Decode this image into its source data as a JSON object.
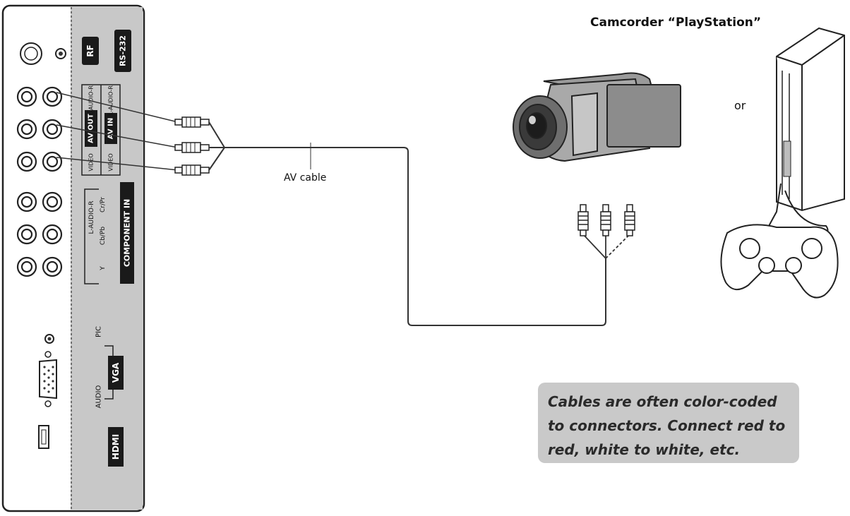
{
  "panel": {
    "rf_label": "RF",
    "rs232_label": "RS-232",
    "av_out_label": "AV OUT",
    "av_in_label": "AV IN",
    "video_label": "VIDEO",
    "audio_lr_label": "L-AUDIO-R",
    "component_label": "COMPONENT IN",
    "component_y_label": "Y",
    "component_cb_label": "Cb/Pb",
    "component_cr_label": "Cr/Pr",
    "vga_label": "VGA",
    "pic_label": "PIC",
    "audio_label": "AUDIO",
    "hdmi_label": "HDMI"
  },
  "cable": {
    "label": "AV cable"
  },
  "devices": {
    "title": "Camcorder “PlayStation”",
    "or_text": "or"
  },
  "note": {
    "line1": "Cables are often color-coded",
    "line2": "to connectors. Connect red to",
    "line3": "red, white to white, etc."
  },
  "colors": {
    "panel_gray": "#c8c8c8",
    "label_black": "#1a1a1a",
    "note_bg": "#c9c9c9"
  }
}
